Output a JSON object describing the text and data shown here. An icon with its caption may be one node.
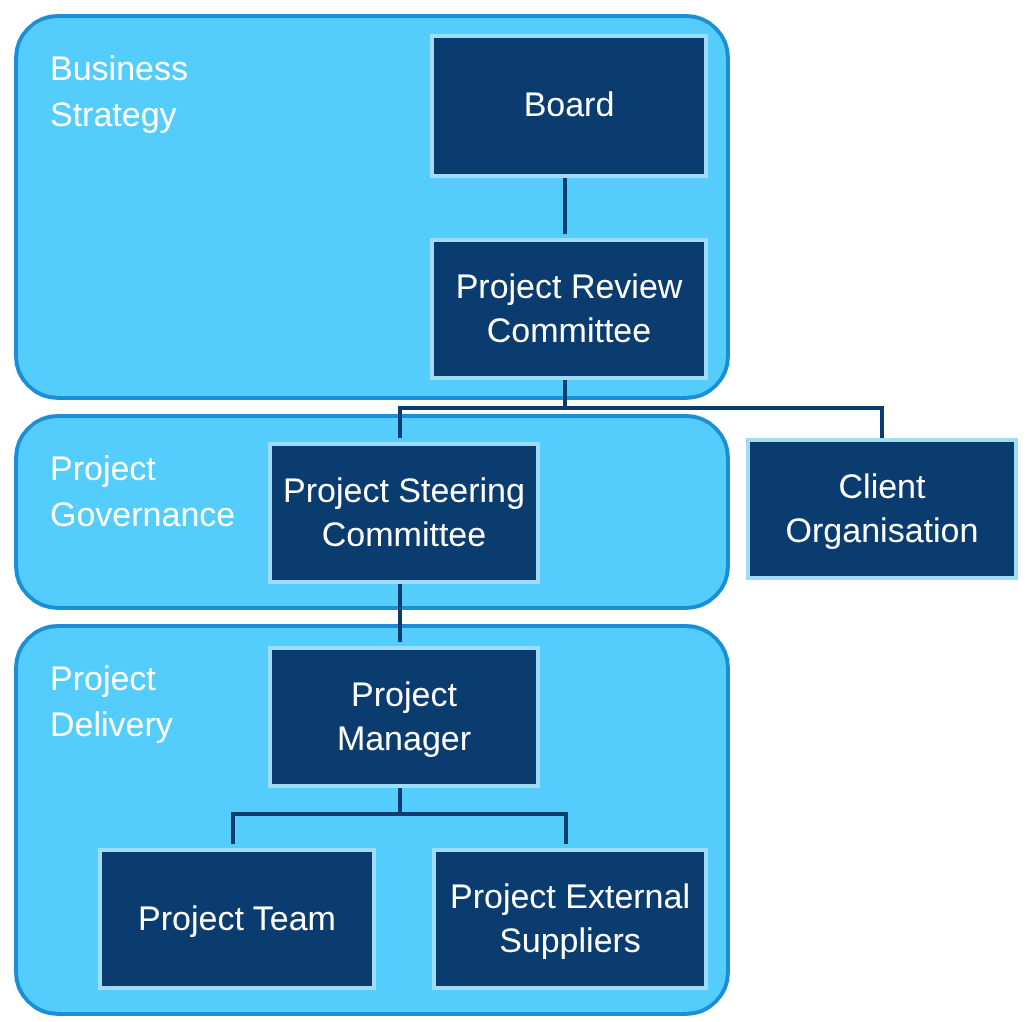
{
  "diagram": {
    "nodes": [
      {
        "text": [
          "Business Strategy"
        ]
      },
      {
        "text": [
          "Board"
        ],
        "in": 0
      },
      {
        "text": [
          "Project Review Committee"
        ],
        "in": 0
      },
      {
        "text": [
          "Project Governance"
        ]
      },
      {
        "text": [
          "Project Steering Committee"
        ],
        "in": 3
      },
      {
        "text": [
          "Client Organisation"
        ]
      },
      {
        "text": [
          "Project Delivery"
        ]
      },
      {
        "text": [
          "Project Manager"
        ],
        "in": 6
      },
      {
        "text": [
          "Project Team"
        ],
        "in": 6
      },
      {
        "text": [
          "Project External Suppliers"
        ],
        "in": 6
      }
    ],
    "edges": [
      {
        "from": 1,
        "to": 2,
        "arrow": "none"
      },
      {
        "from": 2,
        "to": 4,
        "arrow": "none"
      },
      {
        "from": 2,
        "to": 5,
        "arrow": "none"
      },
      {
        "from": 4,
        "to": 7,
        "arrow": "none"
      },
      {
        "from": 7,
        "to": 8,
        "arrow": "none"
      },
      {
        "from": 7,
        "to": 9,
        "arrow": "none"
      }
    ]
  }
}
